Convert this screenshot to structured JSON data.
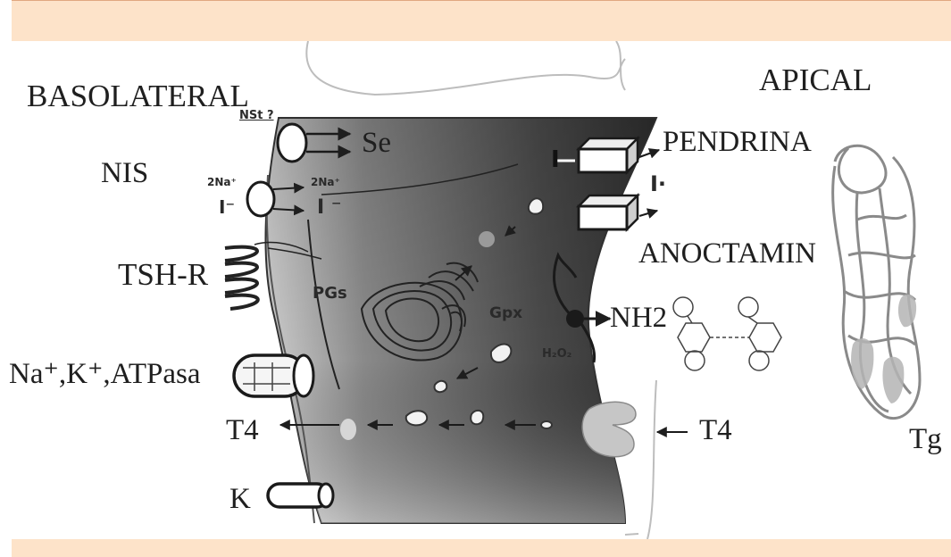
{
  "colors": {
    "band": "#fde3c9",
    "band_border": "#e0a880",
    "cell_dark": "#3d3d3d",
    "cell_light": "#d9d9d9"
  },
  "labels": {
    "basolateral": "BASOLATERAL",
    "apical": "APICAL",
    "nis": "NIS",
    "tsh_r": "TSH-R",
    "na_k_atpasa": "Na⁺,K⁺,ATPasa",
    "t4_left": "T4",
    "k": "K",
    "se": "Se",
    "pendrina": "PENDRINA",
    "anoctamin": "ANOCTAMIN",
    "nh2": "NH2",
    "t4_right": "T4",
    "tg": "Tg"
  },
  "handwritten": {
    "nst": "NSt ?",
    "na_left": "2Na⁺",
    "na_right": "2Na⁺",
    "iodide_left": "I⁻",
    "iodide_right": "I ⁻",
    "iodide_pendrina": "I",
    "iodide_apical": "I·",
    "pgs": "PGs",
    "gpx": "Gpx",
    "h2o2": "H₂O₂"
  },
  "icons": [
    "nis-transporter-icon",
    "se-transporter-icon",
    "tsh-receptor-coil-icon",
    "atpase-channel-icon",
    "k-channel-icon",
    "pendrina-box-icon",
    "anoctamin-box-icon",
    "golgi-icon",
    "peroxidase-icon",
    "thyroglobulin-icon",
    "tyrosine-molecule-icon",
    "t4-receptor-icon"
  ]
}
